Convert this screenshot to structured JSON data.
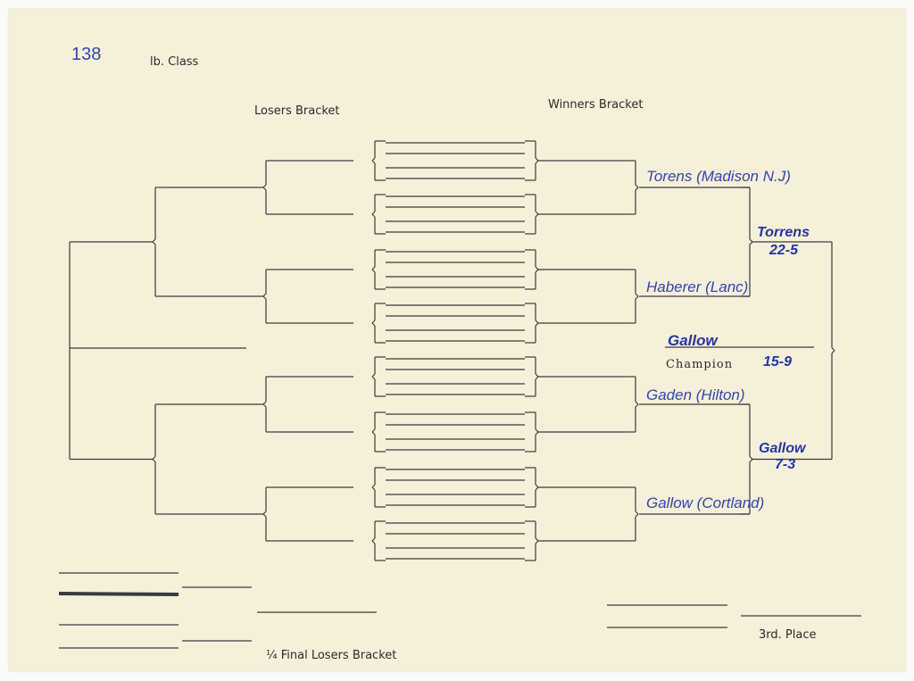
{
  "header": {
    "weight_value": "138",
    "class_label": "lb. Class"
  },
  "labels": {
    "losers_bracket": "Losers Bracket",
    "winners_bracket": "Winners Bracket",
    "champion": "Champion",
    "third_place": "3rd. Place",
    "quarter_final_losers": "¼ Final Losers Bracket"
  },
  "winners": {
    "semifinalists": [
      "Torens (Madison N.J)",
      "Haberer (Lanc)",
      "Gaden (Hilton)",
      "Gallow (Cortland)"
    ],
    "semifinal_winners": [
      {
        "name": "Torrens",
        "score": "22-5"
      },
      {
        "name": "Gallow",
        "score": "7-3"
      }
    ],
    "champion": {
      "name": "Gallow",
      "score": "15-9"
    }
  },
  "colors": {
    "paper": "#f6efda",
    "ink": "#3346b0",
    "print": "#2b2b2b"
  }
}
